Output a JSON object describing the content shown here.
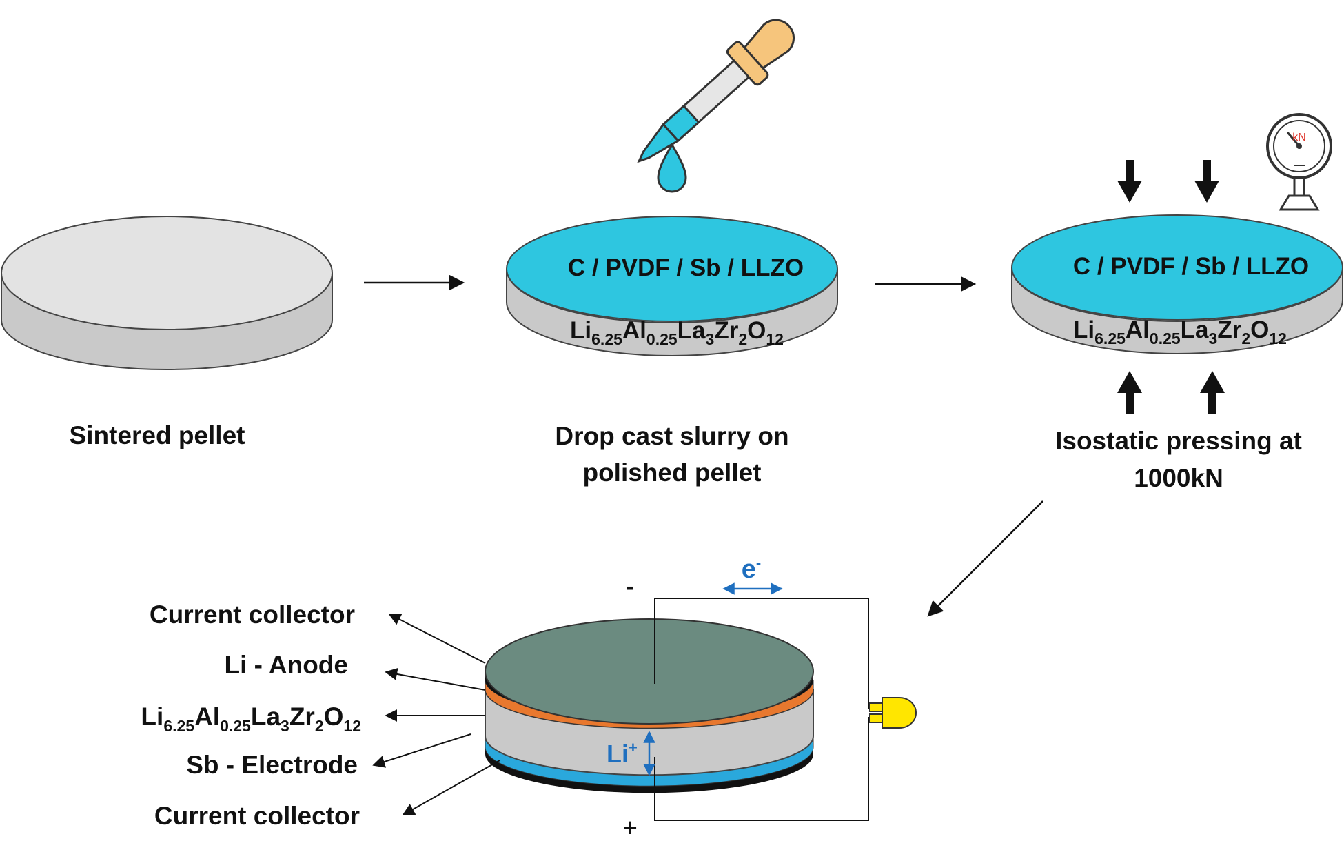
{
  "steps": [
    {
      "caption_lines": [
        "Sintered pellet"
      ]
    },
    {
      "caption_lines": [
        "Drop cast slurry on",
        "polished pellet"
      ]
    },
    {
      "caption_lines": [
        "Isostatic pressing at",
        "1000kN"
      ]
    }
  ],
  "pellet": {
    "coating_label": "C / PVDF / Sb / LLZO",
    "formula": [
      {
        "t": "Li",
        "s": "6.25"
      },
      {
        "t": "Al",
        "s": "0.25"
      },
      {
        "t": "La",
        "s": "3"
      },
      {
        "t": "Zr",
        "s": "2"
      },
      {
        "t": "O",
        "s": "12"
      }
    ]
  },
  "gauge": {
    "unit": "kN"
  },
  "cell": {
    "layers": [
      "Current collector",
      "Li - Anode",
      "formula",
      "Sb - Electrode",
      "Current collector"
    ],
    "minus": "-",
    "plus": "+",
    "electron": {
      "t": "e",
      "sup": "-"
    },
    "ion": {
      "t": "Li",
      "sup": "+"
    }
  },
  "colors": {
    "pellet_top": "#e3e3e3",
    "pellet_side": "#c9c9c9",
    "coating": "#2ec6e0",
    "anode_top": "#6b8b80",
    "anode_layer": "#e8782e",
    "electrode_layer": "#2aa8dc",
    "collector": "#111111",
    "led": "#ffe600",
    "blue_text": "#1f6fbf",
    "gauge_label": "#e0352b"
  }
}
